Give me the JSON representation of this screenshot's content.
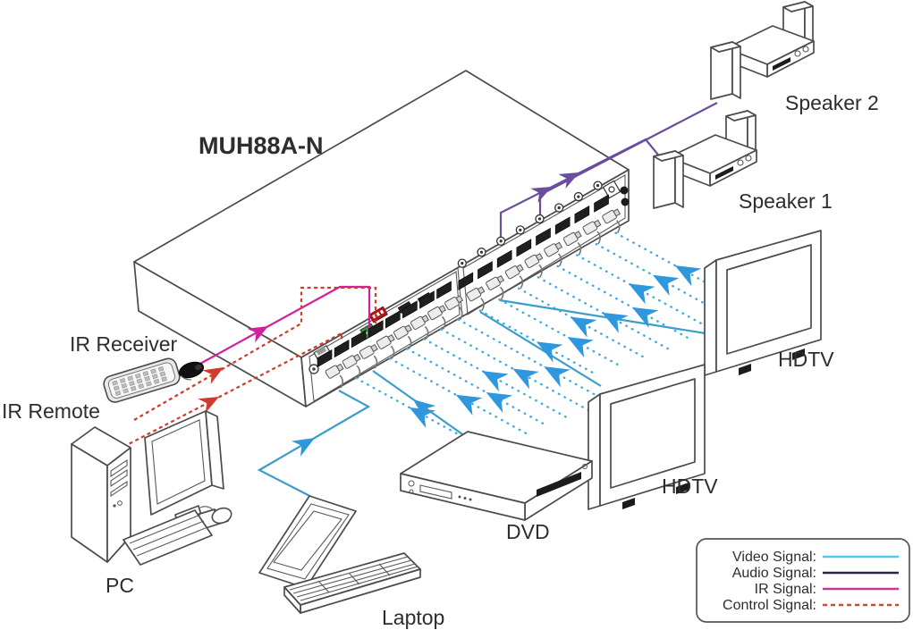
{
  "title": "MUH88A-N",
  "devices": {
    "switcher": {
      "label": "MUH88A-N"
    },
    "speaker2": {
      "label": "Speaker 2"
    },
    "speaker1": {
      "label": "Speaker 1"
    },
    "hdtv_top": {
      "label": "HDTV"
    },
    "hdtv_bottom": {
      "label": "HDTV"
    },
    "ir_receiver": {
      "label": "IR Receiver"
    },
    "ir_remote": {
      "label": "IR Remote"
    },
    "pc": {
      "label": "PC"
    },
    "laptop": {
      "label": "Laptop"
    },
    "dvd": {
      "label": "DVD"
    }
  },
  "legend": {
    "items": [
      {
        "label": "Video Signal:",
        "color": "#55c6ee",
        "style": "solid"
      },
      {
        "label": "Audio Signal:",
        "color": "#26263e",
        "style": "solid"
      },
      {
        "label": "IR Signal:",
        "color": "#c23a9b",
        "style": "solid"
      },
      {
        "label": "Control Signal:",
        "color": "#c9493b",
        "style": "dashed"
      }
    ]
  },
  "signals": {
    "video_line": "#3a9ecb",
    "video_ray": "#3fa9e1",
    "video_arrow": "#2e97dd",
    "audio_drawn": "#6a4d9d",
    "ir": "#d0219c",
    "control": "#d23a2a"
  }
}
